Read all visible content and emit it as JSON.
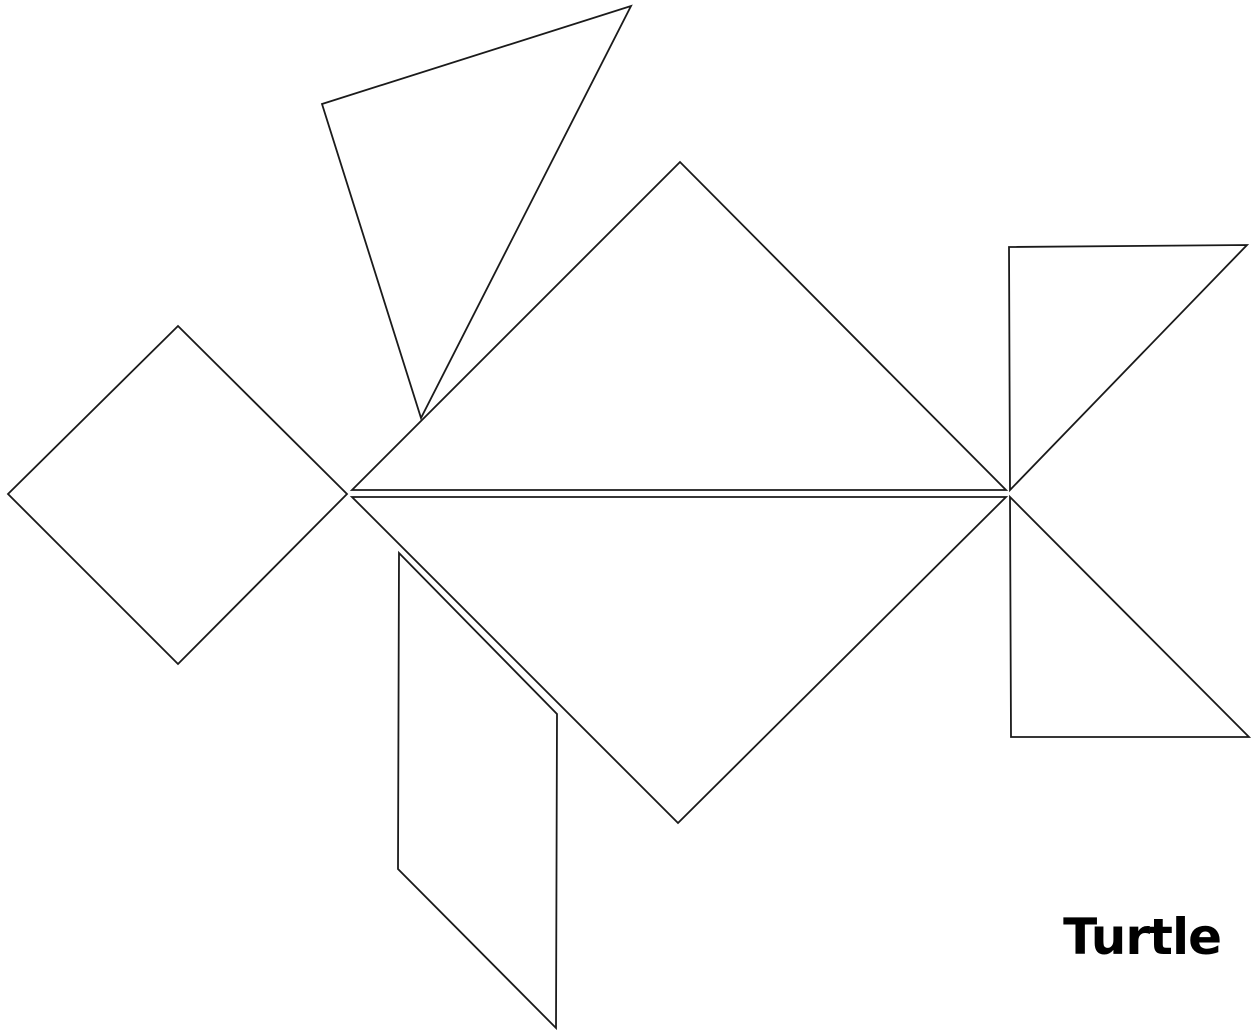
{
  "puzzle": {
    "title": "Turtle",
    "stroke_color": "#1a1a1a",
    "fill_color": "#ffffff",
    "pieces": [
      "square",
      "medium-triangle",
      "large-triangle-top",
      "large-triangle-bottom",
      "parallelogram",
      "small-triangle-top",
      "small-triangle-bottom"
    ]
  }
}
